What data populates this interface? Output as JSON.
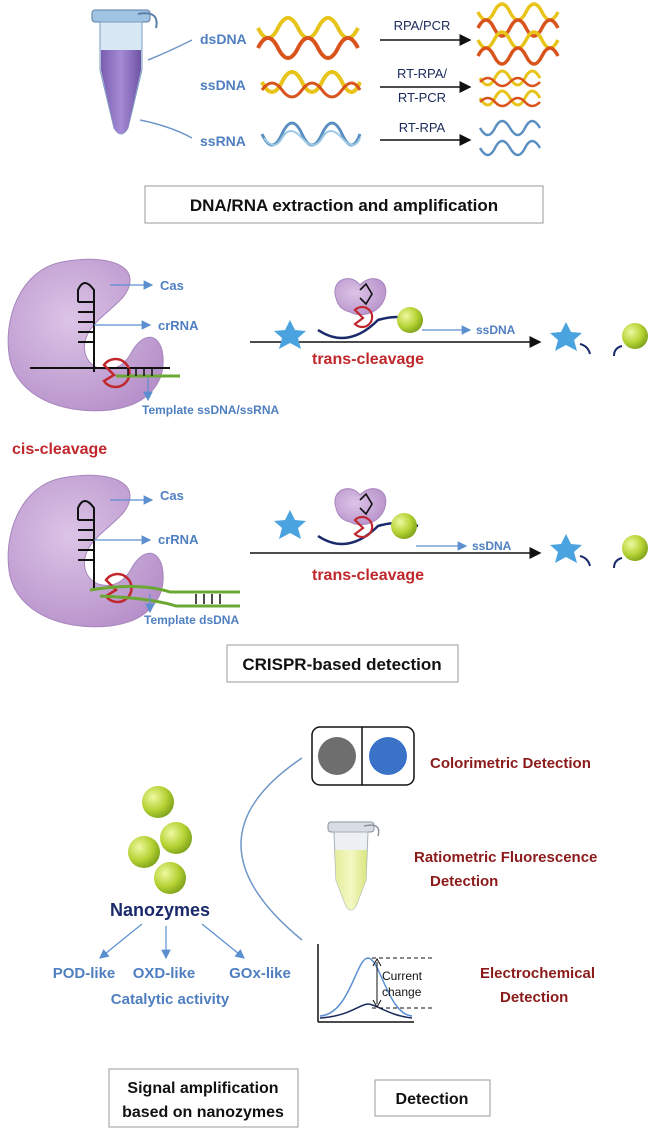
{
  "section1": {
    "rows": [
      {
        "name": "dsDNA",
        "method_lines": [
          "RPA/PCR"
        ]
      },
      {
        "name": "ssDNA",
        "method_lines": [
          "RT-RPA/",
          "RT-PCR"
        ]
      },
      {
        "name": "ssRNA",
        "method_lines": [
          "RT-RPA"
        ]
      }
    ],
    "title": "DNA/RNA extraction and amplification"
  },
  "section2": {
    "panel1": {
      "cas_label": "Cas",
      "crrna_label": "crRNA",
      "template_label": "Template ssDNA/ssRNA",
      "trans_label": "trans-cleavage",
      "ssdna_label": "ssDNA"
    },
    "cis_label": "cis-cleavage",
    "panel2": {
      "cas_label": "Cas",
      "crrna_label": "crRNA",
      "template_label": "Template dsDNA",
      "trans_label": "trans-cleavage",
      "ssdna_label": "ssDNA"
    },
    "title": "CRISPR-based detection"
  },
  "section3": {
    "nanozymes_label": "Nanozymes",
    "activities": [
      "POD-like",
      "OXD-like",
      "GOx-like"
    ],
    "catalytic_label": "Catalytic activity",
    "detections": {
      "colorimetric": "Colorimetric Detection",
      "fluorescence_lines": [
        "Ratiometric Fluorescence",
        "Detection"
      ],
      "electrochemical_lines": [
        "Electrochemical",
        "Detection"
      ]
    },
    "current_change_lines": [
      "Current",
      "change"
    ],
    "signal_title_lines": [
      "Signal amplification",
      "based on nanozymes"
    ],
    "detection_title": "Detection"
  },
  "colors": {
    "blue_label": "#4f7fc0",
    "red_label": "#c0282d",
    "cas_fill": "#c9a6d6",
    "nanozyme_green": "#b5d334",
    "star_blue": "#4aa3df"
  }
}
